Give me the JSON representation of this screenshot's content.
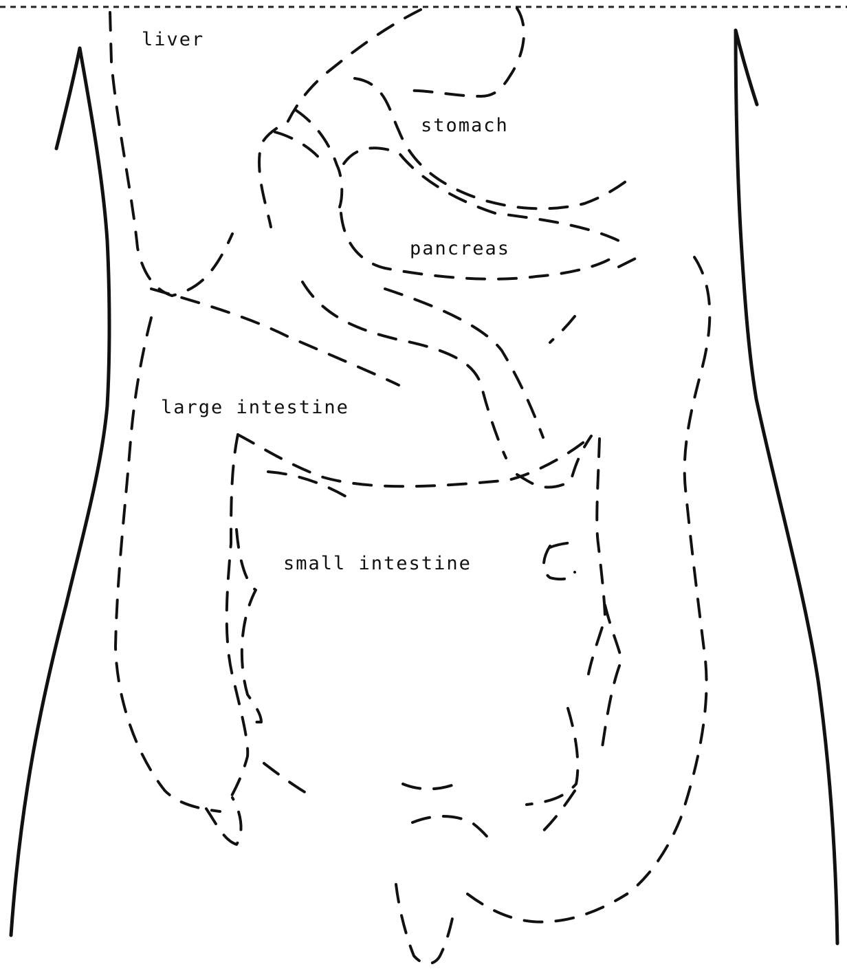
{
  "labels": {
    "liver": "liver",
    "stomach": "stomach",
    "pancreas": "pancreas",
    "large_intestine": "large intestine",
    "small_intestine": "small intestine"
  },
  "colors": {
    "ink": "#111111",
    "background": "#ffffff"
  }
}
